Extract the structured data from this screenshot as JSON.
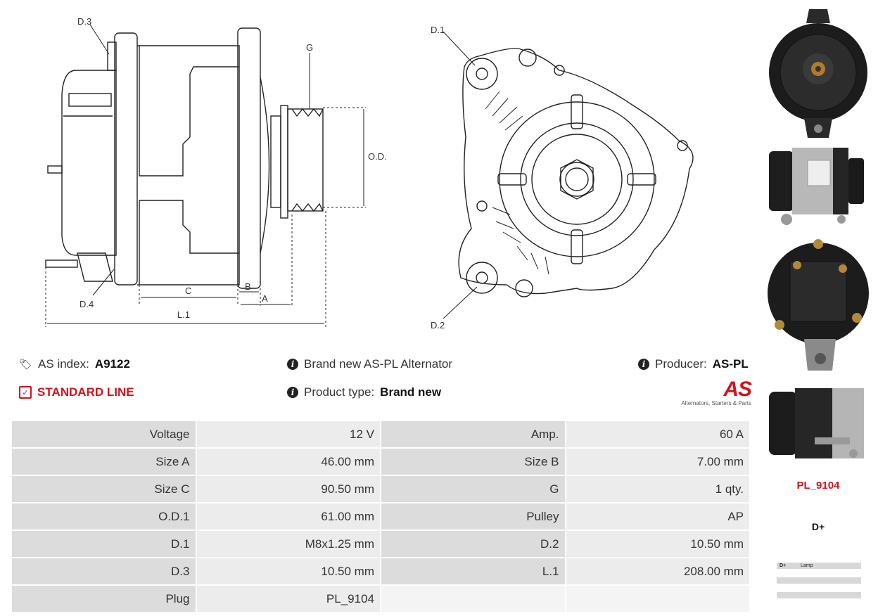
{
  "diagram_labels": {
    "d3": "D.3",
    "g": "G",
    "od1": "O.D.1",
    "c": "C",
    "b": "B",
    "a": "A",
    "l1": "L.1",
    "d4": "D.4",
    "d1": "D.1",
    "d2": "D.2"
  },
  "info": {
    "as_index_label": "AS index:",
    "as_index_value": "A9122",
    "description": "Brand new AS-PL Alternator",
    "producer_label": "Producer:",
    "producer_value": "AS-PL",
    "line": "STANDARD LINE",
    "product_type_label": "Product type:",
    "product_type_value": "Brand new"
  },
  "logo": {
    "mark": "AS",
    "tagline": "Alternators, Starters & Parts"
  },
  "specs": [
    [
      "Voltage",
      "12 V",
      "Amp.",
      "60 A"
    ],
    [
      "Size A",
      "46.00 mm",
      "Size B",
      "7.00 mm"
    ],
    [
      "Size C",
      "90.50 mm",
      "G",
      "1 qty."
    ],
    [
      "O.D.1",
      "61.00 mm",
      "Pulley",
      "AP"
    ],
    [
      "D.1",
      "M8x1.25 mm",
      "D.2",
      "10.50 mm"
    ],
    [
      "D.3",
      "10.50 mm",
      "L.1",
      "208.00 mm"
    ],
    [
      "Plug",
      "PL_9104",
      "",
      ""
    ]
  ],
  "side": {
    "plug_code": "PL_9104",
    "terminal": "D+",
    "mini_table": [
      [
        "D+",
        "Lamp"
      ],
      [
        "",
        ""
      ],
      [
        "",
        ""
      ]
    ]
  },
  "colors": {
    "accent_red": "#d6111a",
    "label_cell": "#dcdcdc",
    "value_cell": "#ececec"
  }
}
